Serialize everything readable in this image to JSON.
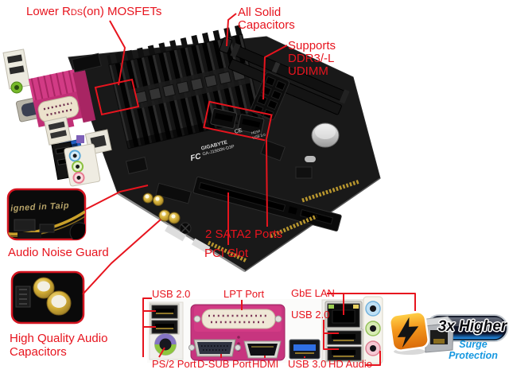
{
  "callouts": {
    "mosfets_pre": "Lower R",
    "mosfets_small": "DS",
    "mosfets_post": "(on) MOSFETs",
    "solid_capacitors": "All Solid Capacitors",
    "ddr3": "Supports DDR3/-L UDIMM",
    "audio_noise_guard": "Audio Noise Guard",
    "audio_capacitors": "High Quality Audio Capacitors",
    "sata": "2 SATA2 Ports",
    "pci": "PCI Slot"
  },
  "io_labels": {
    "usb2_left": "USB 2.0",
    "lpt": "LPT Port",
    "gbe_lan": "GbE LAN",
    "usb2_right": "USB 2.0",
    "ps2": "PS/2 Port",
    "dsub": "D-SUB Port",
    "hdmi": "HDMI",
    "usb3": "USB 3.0",
    "hd_audio": "HD Audio"
  },
  "badge": {
    "title": "3x Higher",
    "subtitle": "Surge Protection"
  },
  "inset_noise_guard": {
    "visible_text": "igned in Taip"
  },
  "board": {
    "silkscreen_brand": "GIGABYTE",
    "silkscreen_model": "GA-J1900N-D3P",
    "fcc_mark": "FC",
    "ce_mark": "CE",
    "io_text_1": "HDMI",
    "io_text_2": "USB 3.0"
  },
  "colors": {
    "callout_red": "#e7141e",
    "pcb_black": "#191919",
    "lpt_pink": "#c7357f",
    "badge_blue": "#1798e0",
    "capacitor_gold": "#c9a02a"
  }
}
